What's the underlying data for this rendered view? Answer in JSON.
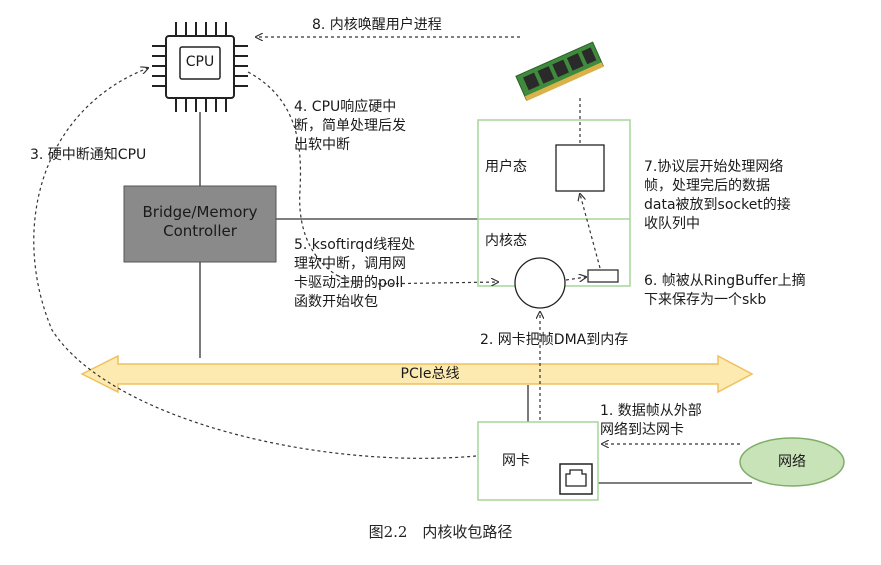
{
  "cpu": {
    "label": "CPU"
  },
  "bridge": {
    "label_line1": "Bridge/Memory",
    "label_line2": "Controller"
  },
  "memory": {
    "user_mode_label": "用户态",
    "kernel_mode_label": "内核态"
  },
  "pcie": {
    "label": "PCIe总线"
  },
  "nic": {
    "label": "网卡"
  },
  "network": {
    "label": "网络"
  },
  "steps": {
    "s1": "1. 数据帧从外部\n网络到达网卡",
    "s2": "2. 网卡把帧DMA到内存",
    "s3": "3. 硬中断通知CPU",
    "s4": "4. CPU响应硬中\n断，简单处理后发\n出软中断",
    "s5": "5. ksoftirqd线程处\n理软中断，调用网\n卡驱动注册的poll\n函数开始收包",
    "s6": "6. 帧被从RingBuffer上摘\n下来保存为一个skb",
    "s7": "7.协议层开始处理网络\n帧，处理完后的数据\ndata被放到socket的接\n收队列中",
    "s8": "8. 内核唤醒用户进程"
  },
  "caption": "图2.2　内核收包路径",
  "colors": {
    "box_border": "#a8d49a",
    "bridge_fill": "#8a8a8a",
    "pcie_fill": "#fdeab0",
    "pcie_stroke": "#f0c060",
    "network_fill": "#c9e3b8",
    "network_stroke": "#7fae6a"
  }
}
